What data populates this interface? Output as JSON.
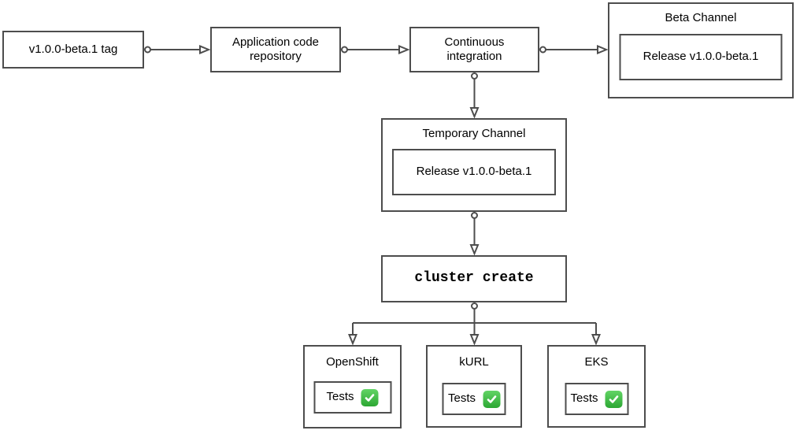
{
  "diagram": {
    "colors": {
      "line_color": "#4d4d4d",
      "text_color": "#000000",
      "node_fill": "#ffffff",
      "background": "#ffffff",
      "check_green_top": "#62d465",
      "check_green_bottom": "#2ca733"
    },
    "nodes": {
      "tag": {
        "label": "v1.0.0-beta.1 tag"
      },
      "repo": {
        "label": "Application code repository"
      },
      "ci": {
        "label": "Continuous integration"
      },
      "beta_channel": {
        "title": "Beta Channel",
        "release_label": "Release v1.0.0-beta.1"
      },
      "temporary_channel": {
        "title": "Temporary Channel",
        "release_label": "Release v1.0.0-beta.1"
      },
      "cluster_create": {
        "label": "cluster create"
      }
    },
    "clusters": [
      {
        "title": "OpenShift",
        "tests_label": "Tests",
        "status_icon": "check-mark-button-icon",
        "status": "pass"
      },
      {
        "title": "kURL",
        "tests_label": "Tests",
        "status_icon": "check-mark-button-icon",
        "status": "pass"
      },
      {
        "title": "EKS",
        "tests_label": "Tests",
        "status_icon": "check-mark-button-icon",
        "status": "pass"
      }
    ],
    "edges": [
      {
        "from": "tag",
        "to": "repo"
      },
      {
        "from": "repo",
        "to": "ci"
      },
      {
        "from": "ci",
        "to": "beta_channel"
      },
      {
        "from": "ci",
        "to": "temporary_channel"
      },
      {
        "from": "temporary_channel",
        "to": "cluster_create"
      },
      {
        "from": "cluster_create",
        "to": "openshift"
      },
      {
        "from": "cluster_create",
        "to": "kurl"
      },
      {
        "from": "cluster_create",
        "to": "eks"
      }
    ]
  }
}
